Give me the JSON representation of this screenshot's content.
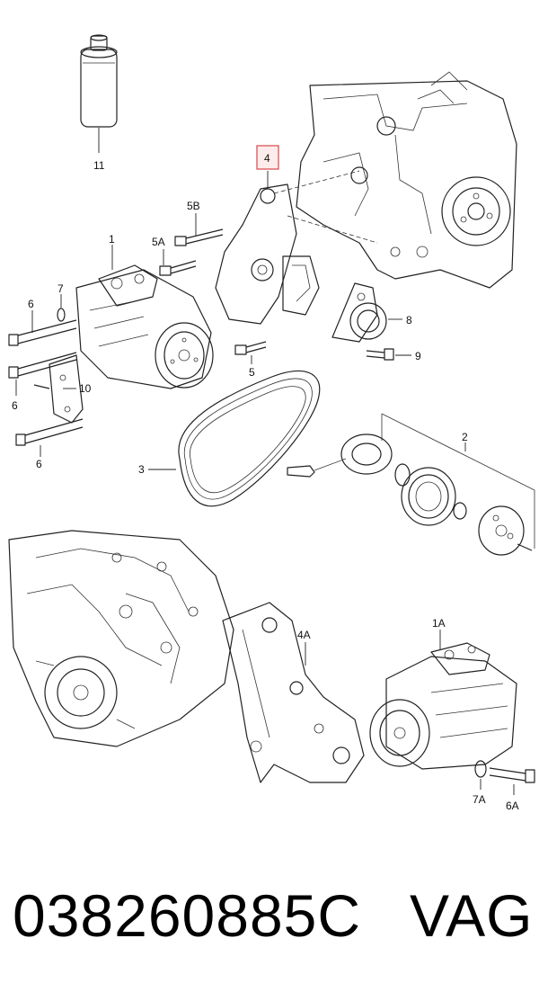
{
  "diagram": {
    "callouts": {
      "c11": "11",
      "c4": "4",
      "c5B": "5B",
      "c1": "1",
      "c5A": "5A",
      "c7": "7",
      "c6a": "6",
      "c8": "8",
      "c9": "9",
      "c5": "5",
      "c10": "10",
      "c6b": "6",
      "c6c": "6",
      "c2": "2",
      "c3": "3",
      "c4A": "4A",
      "c1A": "1A",
      "c7A": "7A",
      "c6A": "6A"
    },
    "highlight_color": "#d9464b"
  },
  "footer": {
    "part_number": "038260885C",
    "brand": "VAG"
  }
}
